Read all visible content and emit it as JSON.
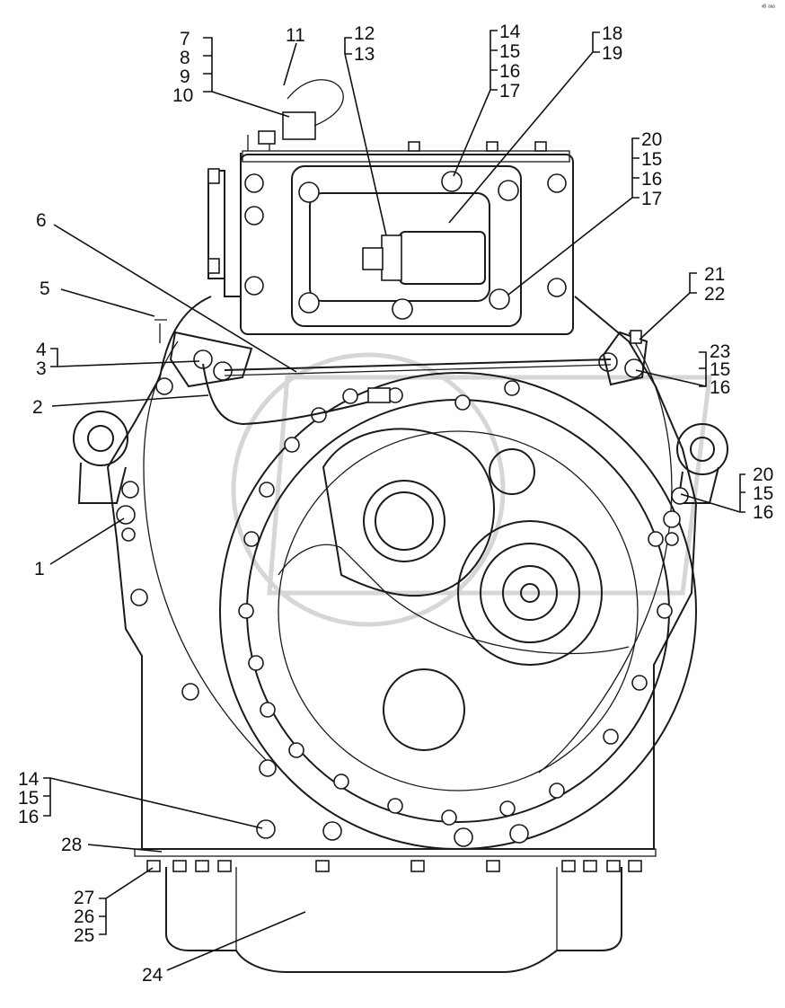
{
  "diagram": {
    "callouts": {
      "c1": "1",
      "c2": "2",
      "c3": "3",
      "c4": "4",
      "c5": "5",
      "c6": "6",
      "c7": "7",
      "c8": "8",
      "c9": "9",
      "c10": "10",
      "c11": "11",
      "c12": "12",
      "c13": "13",
      "c14a": "14",
      "c15a": "15",
      "c16a": "16",
      "c17a": "17",
      "c18": "18",
      "c19": "19",
      "c20a": "20",
      "c15b": "15",
      "c16b": "16",
      "c17b": "17",
      "c21": "21",
      "c22": "22",
      "c23": "23",
      "c15c": "15",
      "c16c": "16",
      "c20b": "20",
      "c15d": "15",
      "c16d": "16",
      "c14b": "14",
      "c15e": "15",
      "c16e": "16",
      "c28": "28",
      "c27": "27",
      "c26": "26",
      "c25": "25",
      "c24": "24"
    },
    "corner_mark": "ᵛᴮ ᵃᵃᵃ",
    "colors": {
      "line": "#1a1a1a",
      "watermark": "#d6d6d6",
      "background": "#ffffff"
    }
  }
}
